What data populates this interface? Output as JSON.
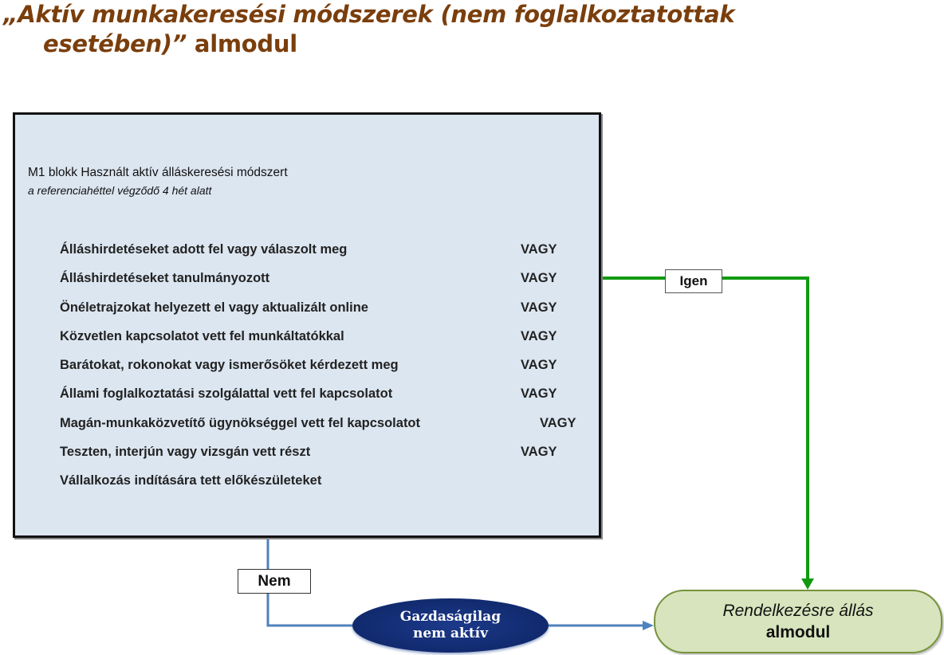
{
  "title": {
    "line1": "„Aktív munkakeresési módszerek (nem foglalkoztatottak",
    "line2_italic": "esetében)”",
    "line2_rest": " almodul",
    "color": "#7a3e0c"
  },
  "main_box": {
    "heading": "M1 blokk Használt aktív álláskeresési módszert",
    "subheading": "a referenciahéttel végződő 4 hét alatt",
    "background": "#dce6f1",
    "methods": [
      {
        "label": "Álláshirdetéseket adott fel vagy válaszolt meg",
        "connector": "VAGY"
      },
      {
        "label": "Álláshirdetéseket tanulmányozott",
        "connector": "VAGY"
      },
      {
        "label": "Önéletrajzokat helyezett el vagy aktualizált online",
        "connector": "VAGY"
      },
      {
        "label": "Közvetlen kapcsolatot vett fel munkáltatókkal",
        "connector": "VAGY"
      },
      {
        "label": "Barátokat, rokonokat vagy ismerősöket kérdezett meg",
        "connector": "VAGY"
      },
      {
        "label": "Állami foglalkoztatási szolgálattal vett fel kapcsolatot",
        "connector": "VAGY"
      },
      {
        "label": "Magán-munkaközvetítő ügynökséggel vett fel kapcsolatot",
        "connector": "VAGY"
      },
      {
        "label": "Teszten, interjún vagy vizsgán vett részt",
        "connector": "VAGY"
      },
      {
        "label": "Vállalkozás indítására tett előkészületeket",
        "connector": ""
      }
    ]
  },
  "edges": {
    "yes_label": "Igen",
    "yes_color": "#119a11",
    "no_label": "Nem",
    "no_color": "#4f81bd"
  },
  "nodes": {
    "inactive": {
      "line1": "Gazdaságilag",
      "line2": "nem aktív",
      "color": "#112a6e"
    },
    "availability": {
      "line1": "Rendelkezésre állás",
      "line2": "almodul",
      "color": "#d7e4bd"
    }
  }
}
